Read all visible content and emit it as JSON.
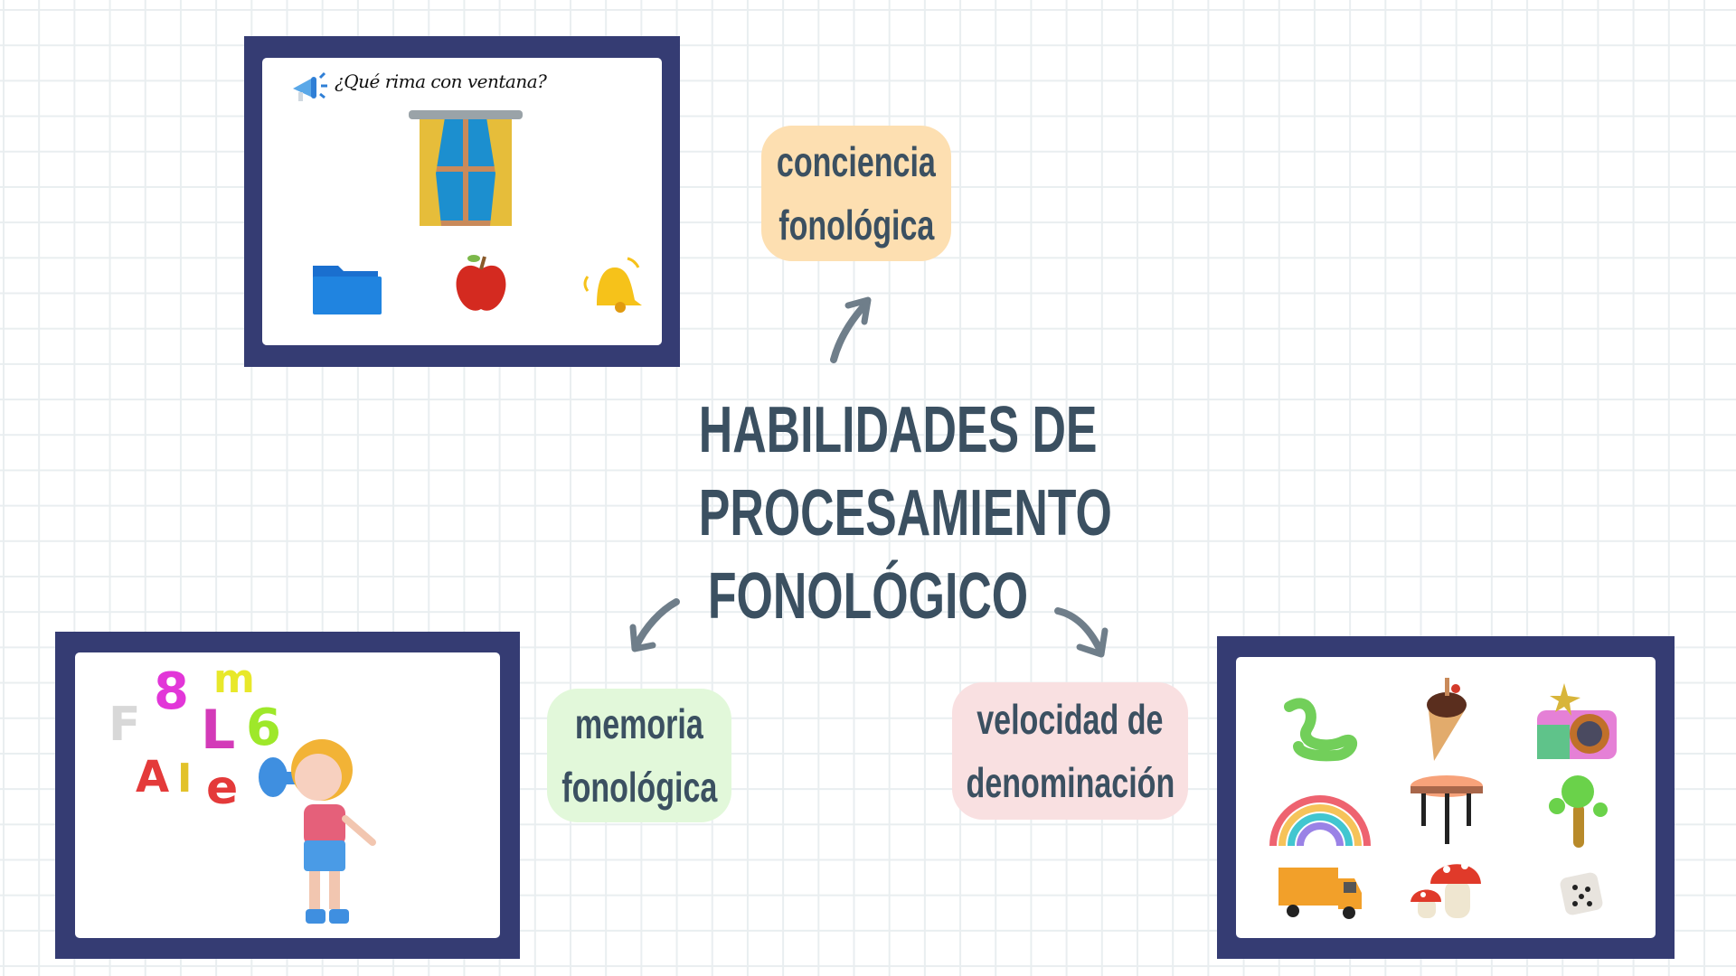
{
  "title": {
    "lines": [
      "HABILIDADES DE",
      "PROCESAMIENTO",
      "FONOLÓGICO"
    ]
  },
  "branches": [
    {
      "lines": [
        "conciencia",
        "fonológica"
      ],
      "color": "#fddfb1"
    },
    {
      "lines": [
        "memoria",
        "fonológica"
      ],
      "color": "#e2f8da"
    },
    {
      "lines": [
        "velocidad de",
        "denominación"
      ],
      "color": "#f9e0e1"
    }
  ],
  "cards": {
    "rhyme": {
      "question": "¿Qué rima con ventana?",
      "target": "window",
      "options": [
        "folder",
        "apple",
        "bell"
      ]
    },
    "memory": {
      "letters": [
        "F",
        "8",
        "m",
        "L",
        "6",
        "A",
        "I",
        "e"
      ],
      "illustration": "girl-with-megaphone"
    },
    "naming": {
      "items": [
        "snake",
        "ice-cream",
        "camera",
        "rainbow",
        "table",
        "tree",
        "truck",
        "mushroom",
        "dice"
      ]
    }
  },
  "colors": {
    "frame": "#353c73",
    "text": "#3b5061",
    "arrow": "#6f7e8a",
    "grid": "#e9eef0"
  }
}
